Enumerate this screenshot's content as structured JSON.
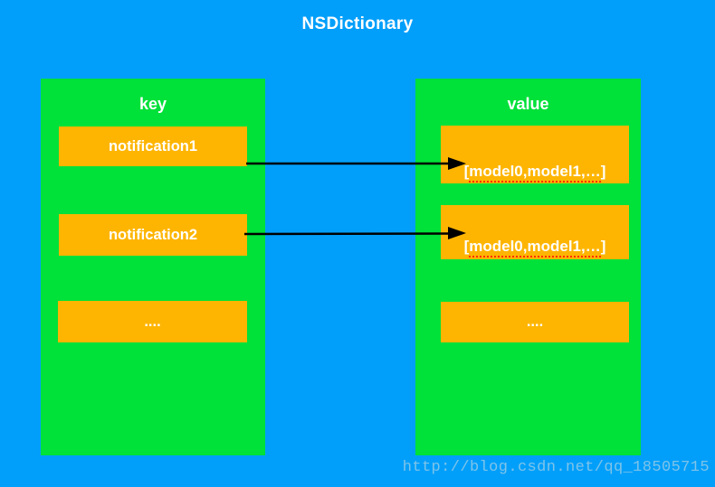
{
  "title": "NSDictionary",
  "key_panel": {
    "header": "key",
    "items": [
      "notification1",
      "notification2",
      "...."
    ]
  },
  "value_panel": {
    "header": "value",
    "items": [
      {
        "open_bracket": "[",
        "list_text": "model0,model1,…",
        "close_bracket": "]"
      },
      {
        "open_bracket": "[",
        "list_text": "model0,model1,…",
        "close_bracket": "]"
      },
      {
        "plain": "...."
      }
    ]
  },
  "watermark": "http://blog.csdn.net/qq_18505715",
  "colors": {
    "background": "#029FFA",
    "panel_green": "#00E139",
    "box_orange": "#FEB502",
    "text_white": "#FFFFFF",
    "arrow_black": "#000000",
    "underline_red": "#FF3000",
    "watermark_blue": "#7EC3E9"
  }
}
